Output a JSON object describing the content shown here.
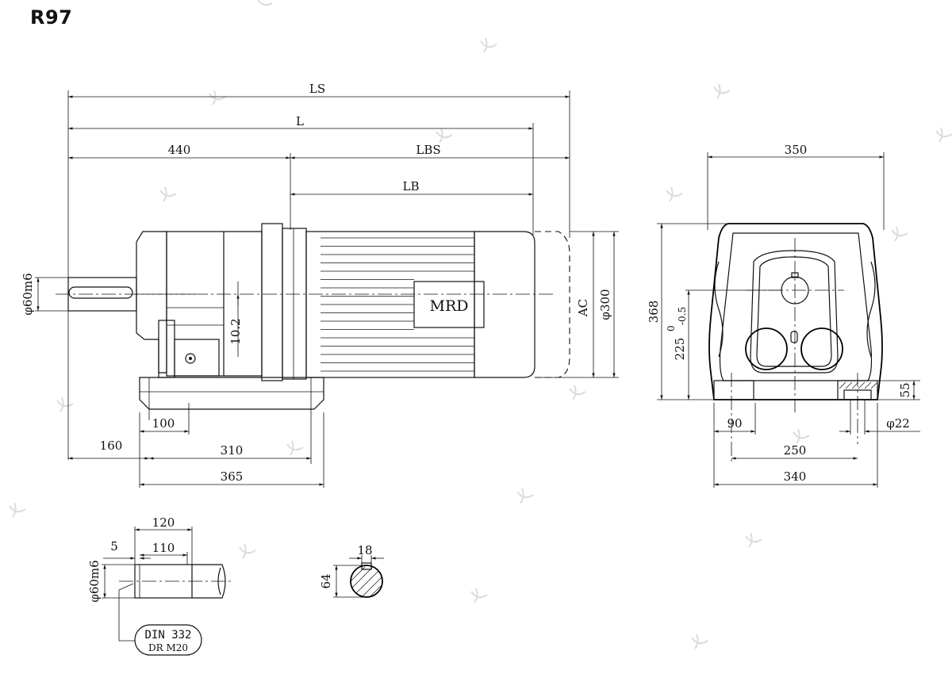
{
  "title": "R97",
  "brand": "MRD",
  "dimensions": {
    "ls": "LS",
    "l": "L",
    "d440": "440",
    "lbs": "LBS",
    "lb": "LB",
    "shaft_dia": "φ60m6",
    "d10_2": "10.2",
    "ac": "AC",
    "phi300": "φ300",
    "d100": "100",
    "d160": "160",
    "d310": "310",
    "d365": "365",
    "d350": "350",
    "d368": "368",
    "d225": "225",
    "tol_upper": "0",
    "tol_lower": "-0.5",
    "d55": "55",
    "phi22": "φ22",
    "d90": "90",
    "d250": "250",
    "d340": "340",
    "d120": "120",
    "d5": "5",
    "d110": "110",
    "shaft_dia_detail": "φ60m6",
    "d18": "18",
    "d64": "64",
    "din_line1": "DIN 332",
    "din_line2": "DR M20"
  }
}
